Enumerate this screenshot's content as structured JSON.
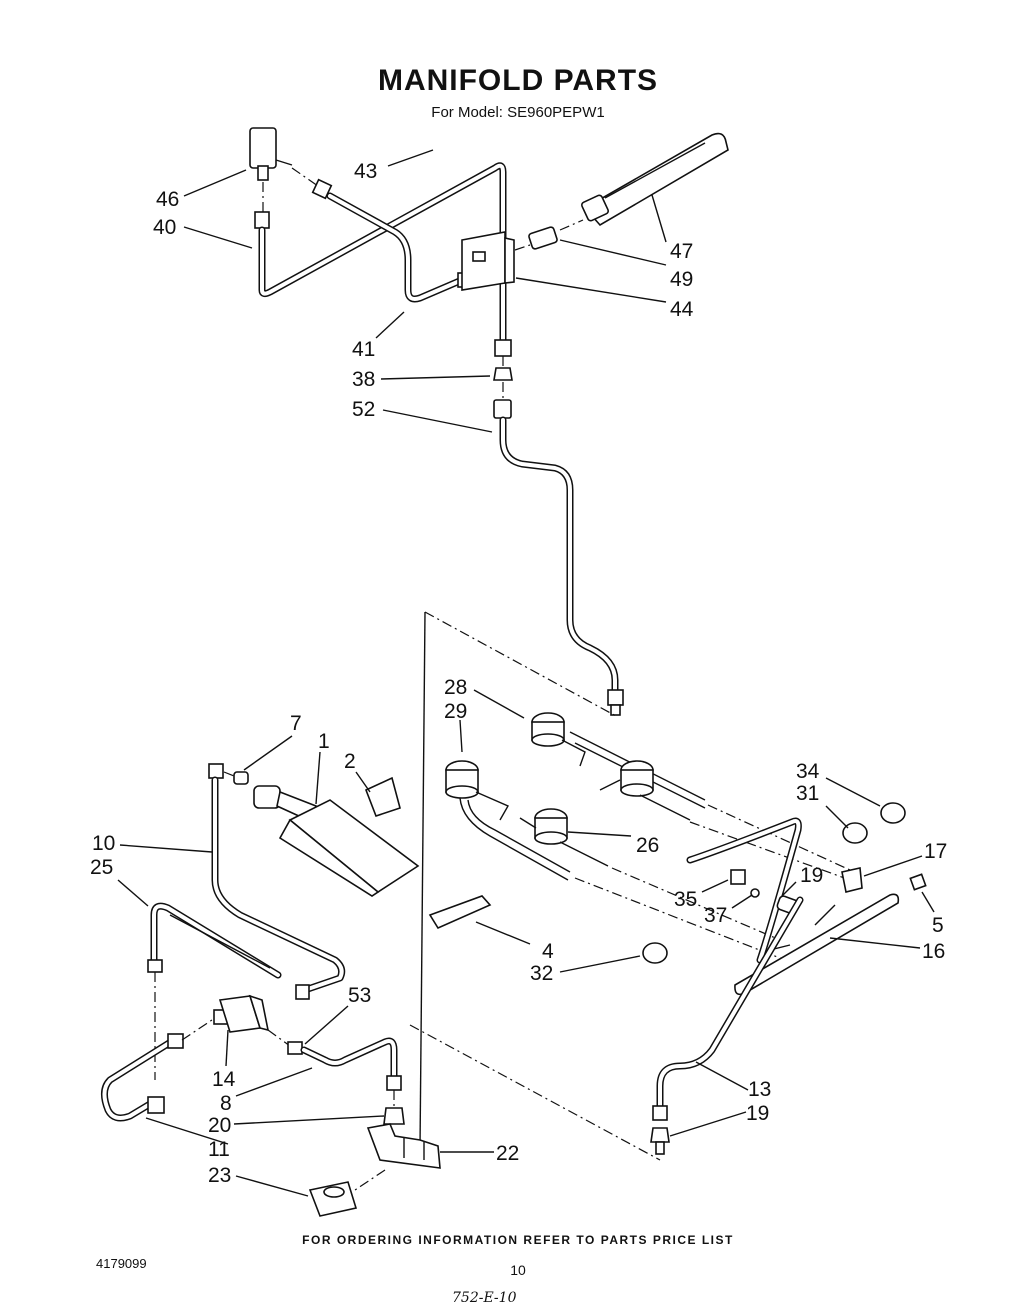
{
  "header": {
    "title": "MANIFOLD PARTS",
    "subtitle": "For Model: SE960PEPW1"
  },
  "footer": {
    "ordering_note": "FOR ORDERING INFORMATION REFER TO PARTS PRICE LIST",
    "doc_number": "4179099",
    "page_number": "10",
    "handwritten_code": "752-E-10"
  },
  "callouts": {
    "c46": "46",
    "c40": "40",
    "c43": "43",
    "c41": "41",
    "c38": "38",
    "c52": "52",
    "c47": "47",
    "c49": "49",
    "c44": "44",
    "c28": "28",
    "c29": "29",
    "c26": "26",
    "c34": "34",
    "c31": "31",
    "c17": "17",
    "c19a": "19",
    "c35": "35",
    "c37": "37",
    "c5": "5",
    "c16": "16",
    "c4": "4",
    "c32": "32",
    "c7": "7",
    "c1": "1",
    "c2": "2",
    "c10": "10",
    "c25": "25",
    "c53": "53",
    "c14": "14",
    "c8": "8",
    "c20": "20",
    "c11": "11",
    "c23": "23",
    "c22": "22",
    "c13": "13",
    "c19b": "19"
  }
}
